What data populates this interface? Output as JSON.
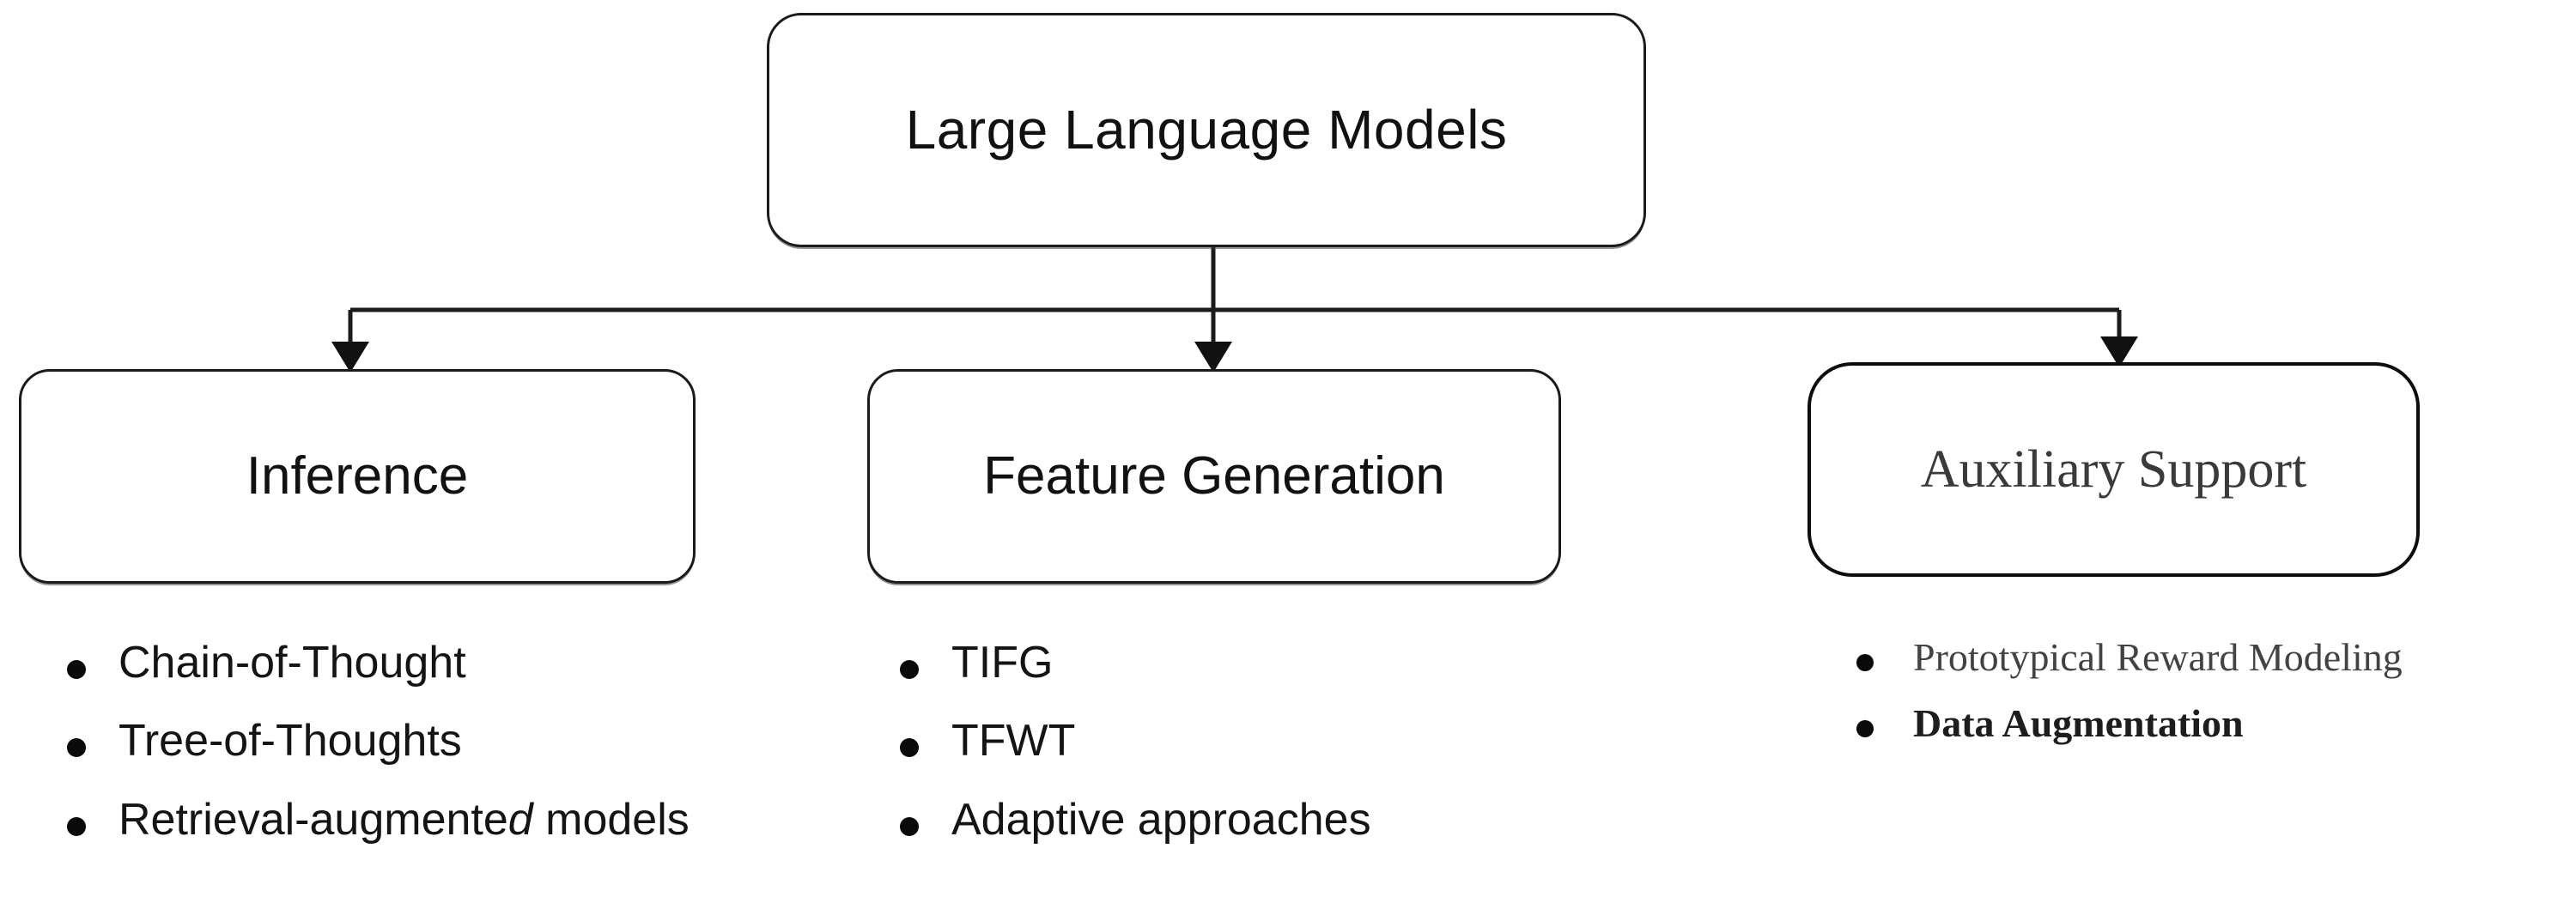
{
  "diagram": {
    "title": "Large Language Models taxonomy",
    "root": {
      "label": "Large Language Models"
    },
    "branches": [
      {
        "id": "inference",
        "label": "Inference",
        "font_style": "sans-serif",
        "items": [
          {
            "text": "Chain-of-Thought",
            "bold": false
          },
          {
            "text": "Tree-of-Thoughts",
            "bold": false
          },
          {
            "text": "Retrieval-augmente",
            "tail": "d",
            "suffix": " models",
            "bold": false
          }
        ]
      },
      {
        "id": "feature-generation",
        "label": "Feature Generation",
        "font_style": "sans-serif",
        "items": [
          {
            "text": "TIFG",
            "bold": false
          },
          {
            "text": "TFWT",
            "bold": false
          },
          {
            "text": "Adaptive approaches",
            "bold": false
          }
        ]
      },
      {
        "id": "auxiliary-support",
        "label": "Auxiliary Support",
        "font_style": "serif",
        "items": [
          {
            "text": "Prototypical Reward Modeling",
            "bold": false
          },
          {
            "text": "Data Augmentation",
            "bold": true
          }
        ]
      }
    ],
    "connectors": {
      "style": "orthogonal-elbow-with-arrowheads",
      "stroke_color": "#1b1b1b",
      "arrow_count": 3
    },
    "colors": {
      "background": "#ffffff",
      "box_border": "#1b1b1b",
      "text": "#141414",
      "serif_text": "#3a3a3a",
      "bullet": "#0a0a0a"
    }
  }
}
